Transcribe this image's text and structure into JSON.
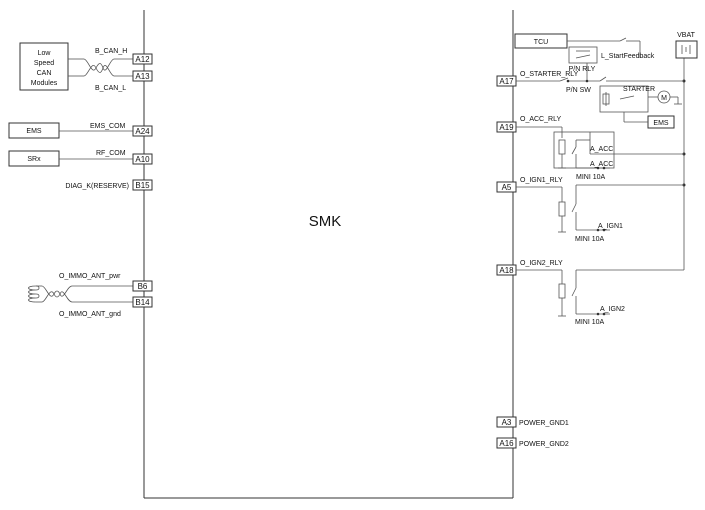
{
  "module": {
    "title": "SMK"
  },
  "externals": {
    "can_modules": [
      "Low",
      "Speed",
      "CAN",
      "Modules"
    ],
    "ems": "EMS",
    "srx": "SRx",
    "tcu": "TCU",
    "vbat": "VBAT",
    "starter": "STARTER",
    "ems_right": "EMS"
  },
  "pins_left": [
    {
      "pin": "A12",
      "signal": "B_CAN_H"
    },
    {
      "pin": "A13",
      "signal": "B_CAN_L"
    },
    {
      "pin": "A24",
      "signal": "EMS_COM"
    },
    {
      "pin": "A10",
      "signal": "RF_COM"
    },
    {
      "pin": "B15",
      "signal": "DIAG_K(RESERVE)"
    },
    {
      "pin": "B6",
      "signal": "O_IMMO_ANT_pwr"
    },
    {
      "pin": "B14",
      "signal": "O_IMMO_ANT_gnd"
    }
  ],
  "pins_right": [
    {
      "pin": "A17",
      "signal": "O_STARTER_RLY"
    },
    {
      "pin": "A19",
      "signal": "O_ACC_RLY"
    },
    {
      "pin": "A5",
      "signal": "O_IGN1_RLY"
    },
    {
      "pin": "A18",
      "signal": "O_IGN2_RLY"
    },
    {
      "pin": "A3",
      "signal": "POWER_GND1"
    },
    {
      "pin": "A16",
      "signal": "POWER_GND2"
    }
  ],
  "relay_labels": {
    "pn_rly": "P/N RLY",
    "pn_sw": "P/N SW",
    "feedback": "L_StartFeedback",
    "motor": "M",
    "a_acc_top": "A_ACC",
    "a_acc": "A_ACC",
    "a_ign1": "A_IGN1",
    "a_ign2": "A_IGN2",
    "fuse_acc": "MINI 10A",
    "fuse_ign1": "MINI 10A",
    "fuse_ign2": "MINI 10A"
  }
}
